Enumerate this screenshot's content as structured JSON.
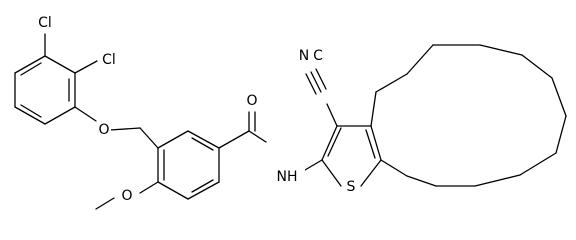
{
  "molecule": {
    "atom_labels": {
      "cl_top": "Cl",
      "cl_mid": "Cl",
      "o_ether": "O",
      "o_carbonyl": "O",
      "nh": "NH",
      "n_nitrile": "N",
      "c_nitrile": "C",
      "s_thiophene": "S",
      "o_methoxy": "O"
    }
  }
}
